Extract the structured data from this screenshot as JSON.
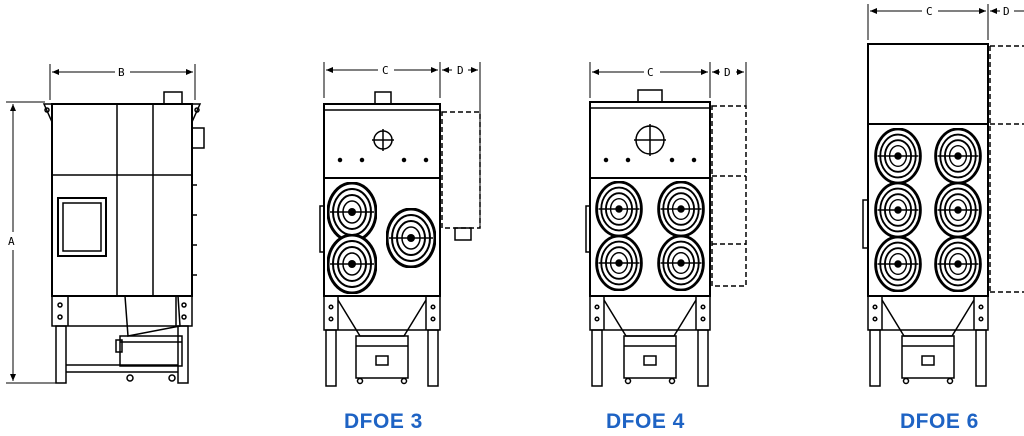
{
  "views": [
    {
      "id": "side",
      "dims": [
        "A",
        "B"
      ]
    },
    {
      "id": "dfoe3",
      "model": "DFOE 3",
      "dims": [
        "C",
        "D"
      ],
      "cartridges": 3
    },
    {
      "id": "dfoe4",
      "model": "DFOE 4",
      "dims": [
        "C",
        "D"
      ],
      "cartridges": 4
    },
    {
      "id": "dfoe6",
      "model": "DFOE 6",
      "dims": [
        "C",
        "D"
      ],
      "cartridges": 6
    }
  ],
  "colors": {
    "line": "#000000",
    "label": "#1e63c4"
  },
  "icons": [
    "cartridge-filter-icon",
    "inlet-crosshair-icon",
    "dust-bin-icon"
  ]
}
